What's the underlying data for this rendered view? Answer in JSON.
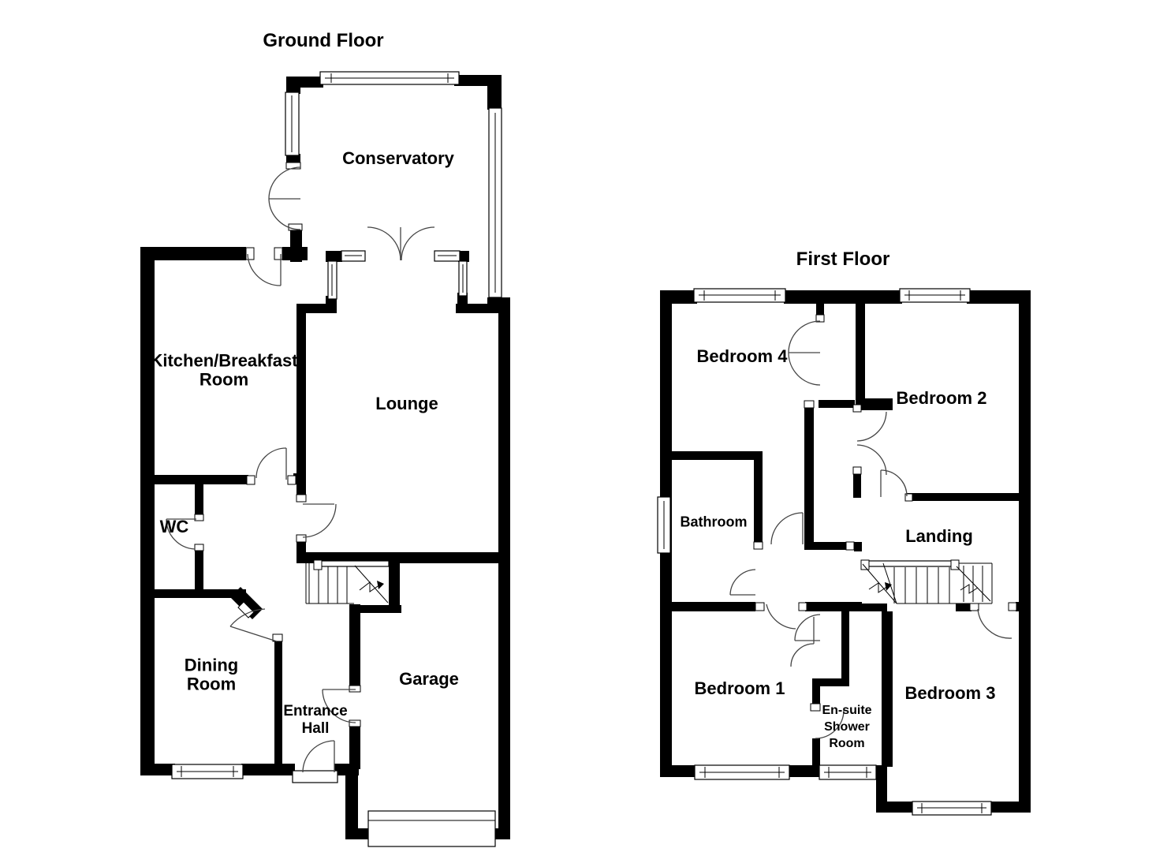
{
  "ground_floor": {
    "title": "Ground Floor",
    "rooms": {
      "conservatory": "Conservatory",
      "kitchen": [
        "Kitchen/Breakfast",
        "Room"
      ],
      "lounge": "Lounge",
      "wc": "WC",
      "dining": [
        "Dining",
        "Room"
      ],
      "entrance": [
        "Entrance",
        "Hall"
      ],
      "garage": "Garage"
    }
  },
  "first_floor": {
    "title": "First Floor",
    "rooms": {
      "bedroom4": "Bedroom 4",
      "bedroom2": "Bedroom 2",
      "bathroom": "Bathroom",
      "landing": "Landing",
      "bedroom1": "Bedroom 1",
      "bedroom3": "Bedroom 3",
      "ensuite": [
        "En-suite",
        "Shower",
        "Room"
      ]
    }
  },
  "colors": {
    "wall": "#000000",
    "background": "#ffffff",
    "door_arc": "#444444"
  }
}
